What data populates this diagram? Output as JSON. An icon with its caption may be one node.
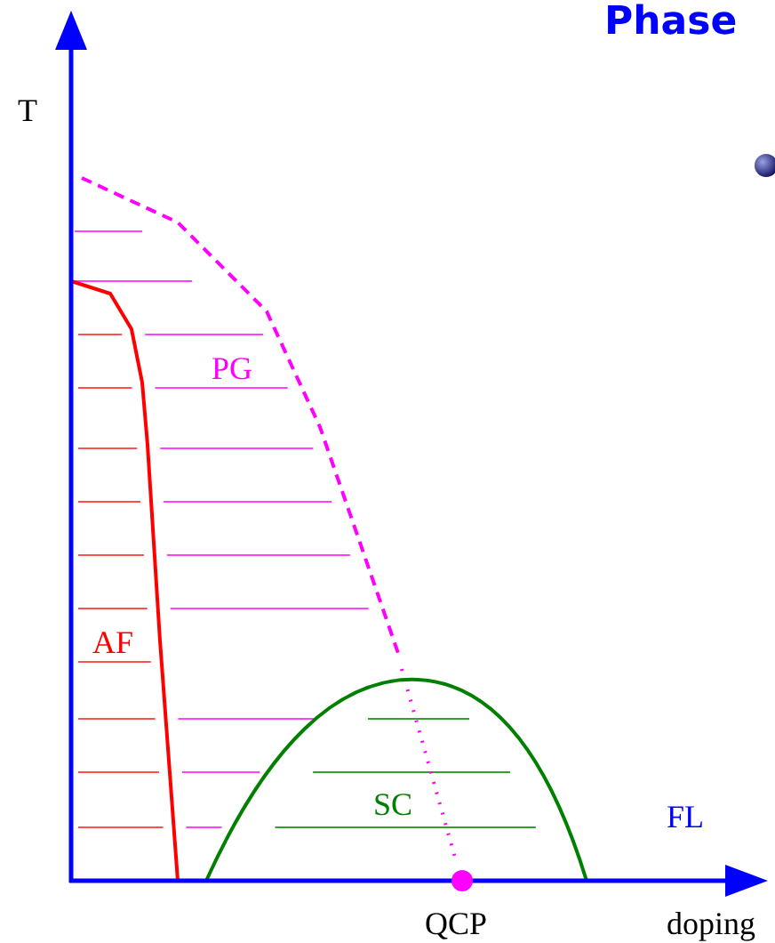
{
  "diagram": {
    "title": "Phase",
    "labels": [
      "T",
      "PG",
      "AF",
      "SC",
      "FL",
      "QCP",
      "doping"
    ]
  }
}
